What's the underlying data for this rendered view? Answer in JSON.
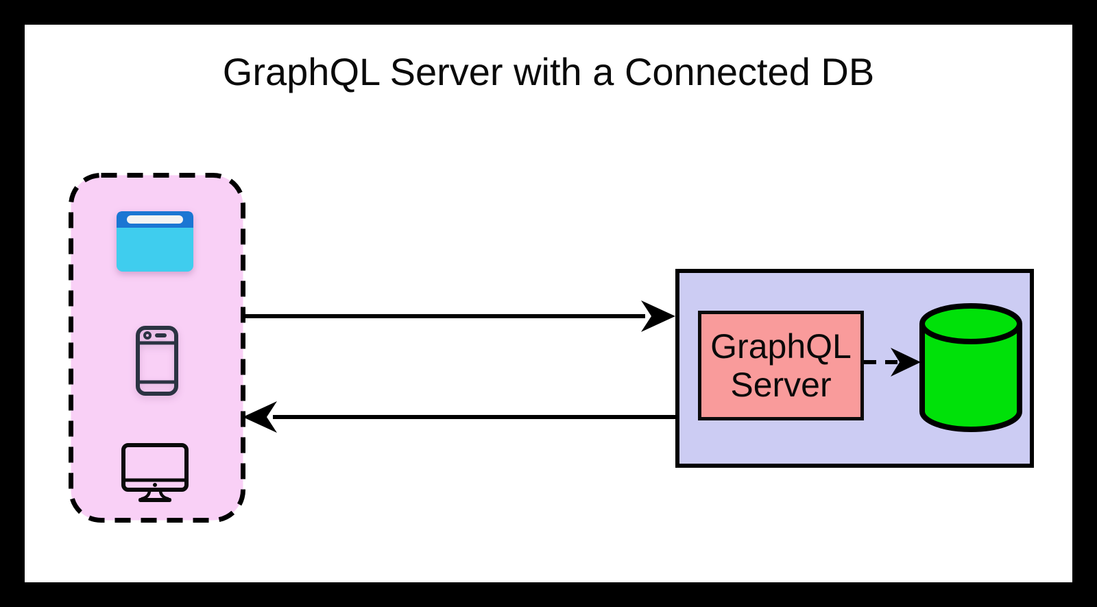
{
  "title": "GraphQL Server with a Connected DB",
  "client_group": {
    "description": "clients group (dashed pink container)",
    "icons": [
      {
        "name": "browser-icon"
      },
      {
        "name": "smartphone-icon"
      },
      {
        "name": "desktop-monitor-icon"
      }
    ]
  },
  "server_group": {
    "graphql_server": {
      "line1": "GraphQL",
      "line2": "Server"
    },
    "database": {
      "name": "database-cylinder-icon"
    }
  },
  "arrows": [
    {
      "name": "request-arrow",
      "direction": "right",
      "style": "solid"
    },
    {
      "name": "response-arrow",
      "direction": "left",
      "style": "solid"
    },
    {
      "name": "server-to-db-arrow",
      "direction": "right",
      "style": "dashed"
    }
  ],
  "colors": {
    "frame": "#000000",
    "canvas": "#ffffff",
    "client_box_fill": "#f9d0f6",
    "server_box_fill": "#ccccf3",
    "graphql_box_fill": "#f99b9b",
    "database_fill": "#00e109",
    "browser_top_bar": "#1b76d3",
    "browser_body": "#3fcdee",
    "browser_address_bar": "#f3f3f3",
    "phone_stroke": "#2b3342",
    "stroke": "#000000"
  }
}
